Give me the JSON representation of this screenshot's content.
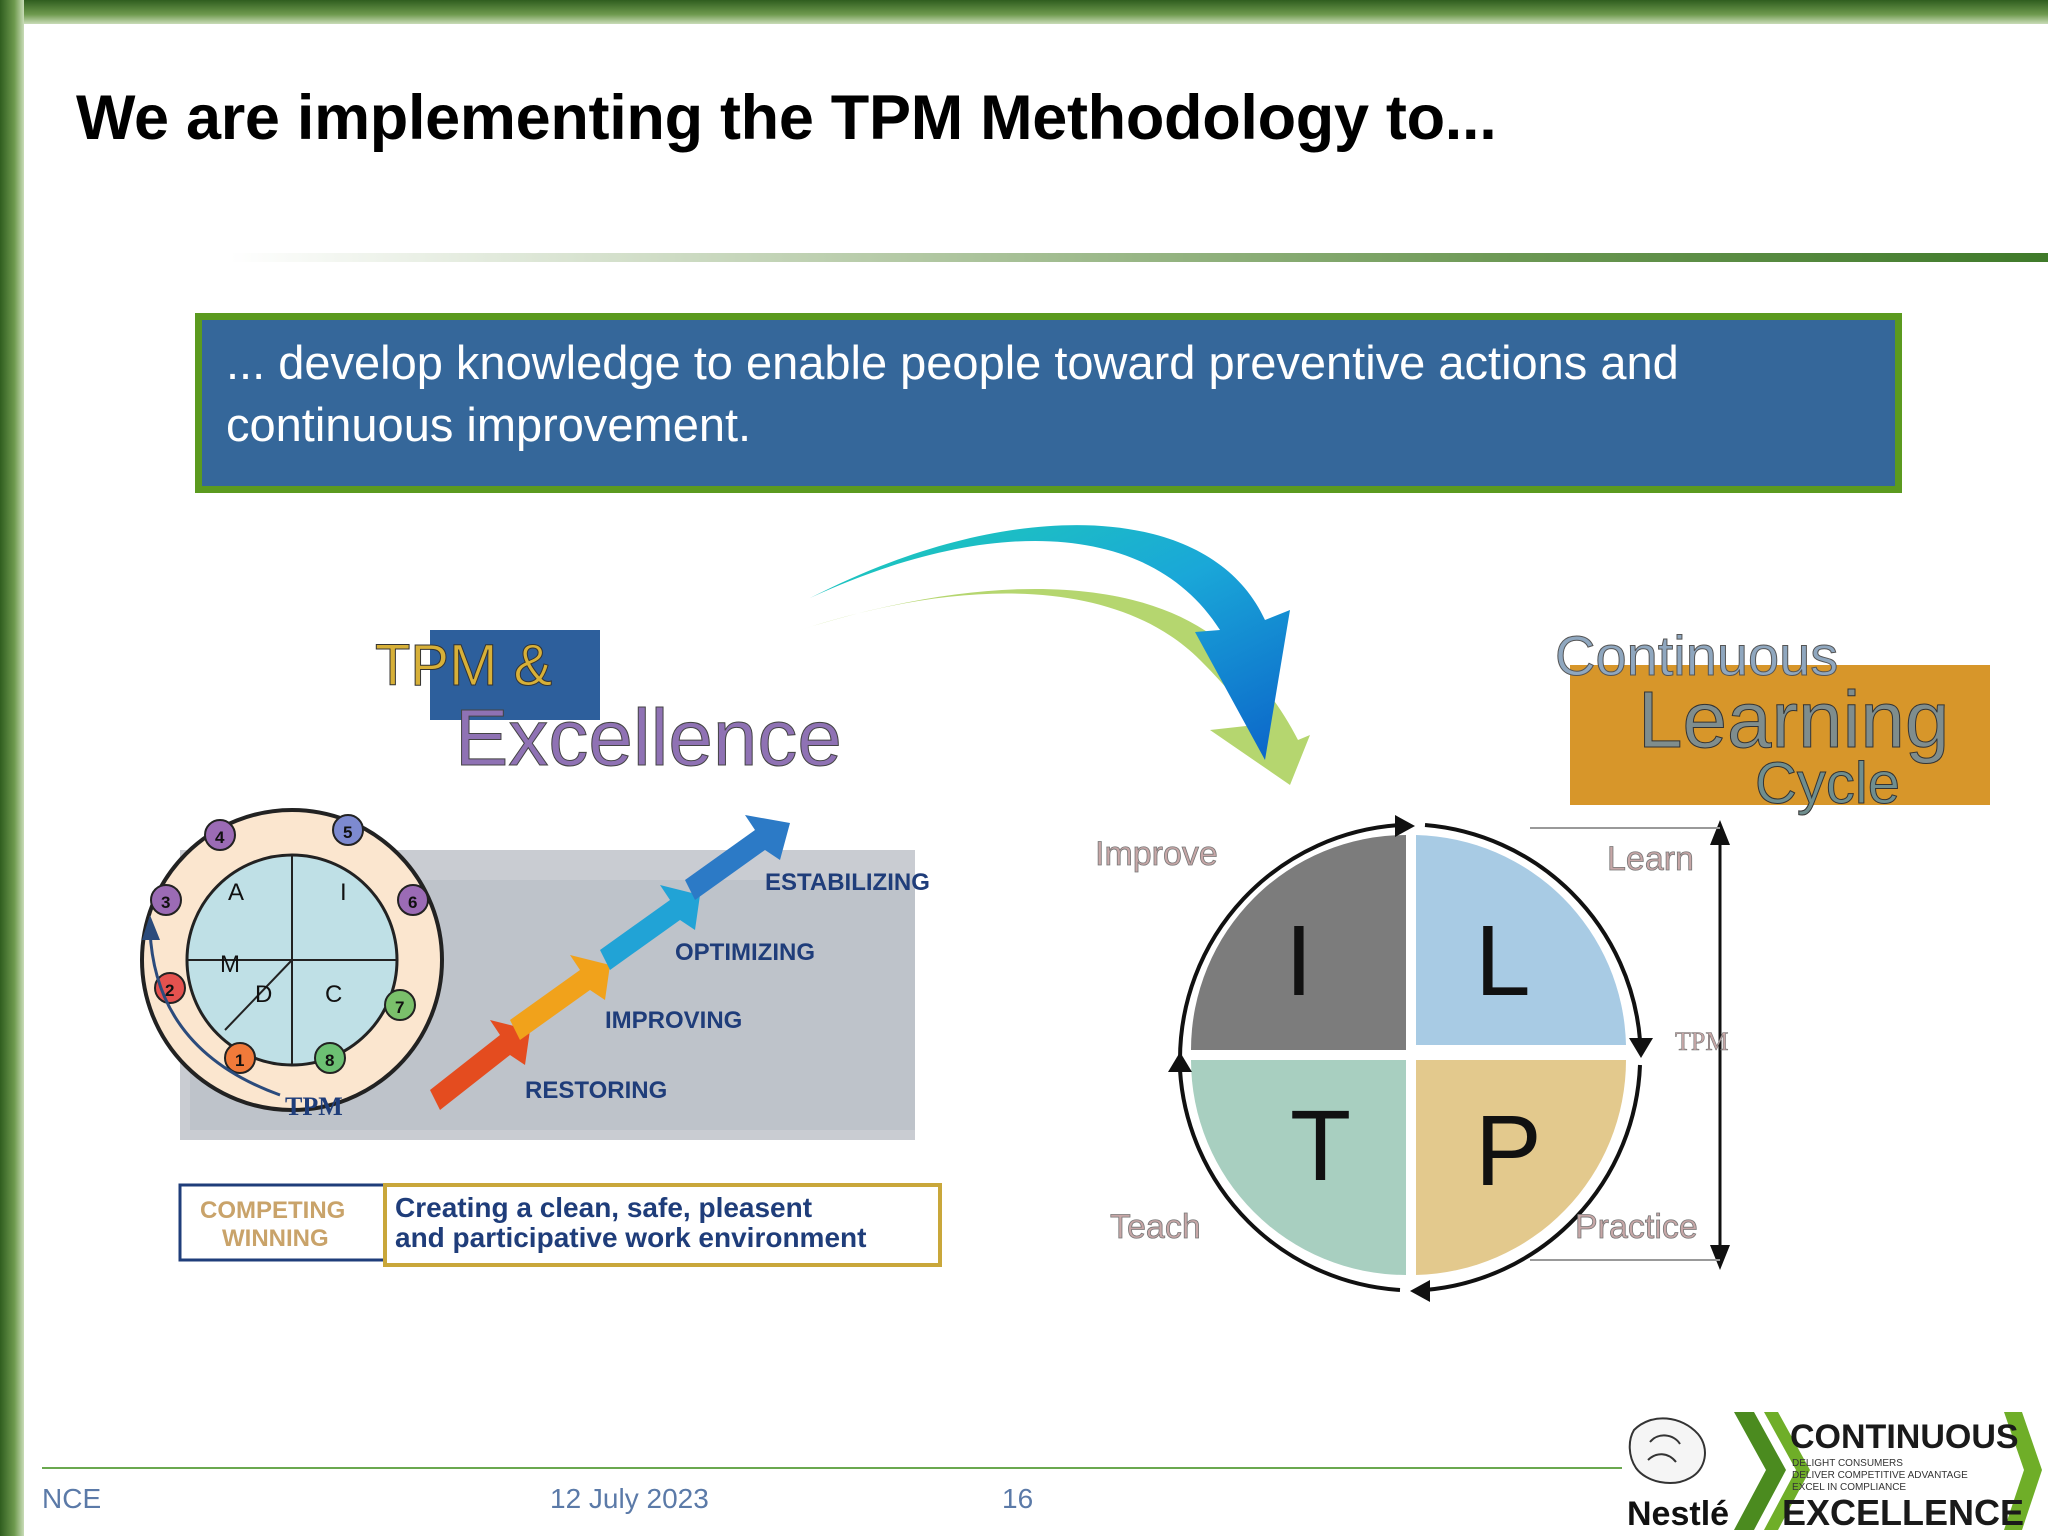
{
  "slide": {
    "title": "We are implementing the TPM Methodology to...",
    "callout": "... develop knowledge to enable people toward preventive actions and continuous improvement."
  },
  "tpm_image": {
    "title_line1": "TPM &",
    "title_line2": "Excellence",
    "wheel_labels": [
      "A",
      "I",
      "M",
      "D",
      "C"
    ],
    "wheel_numbers": [
      "1",
      "2",
      "3",
      "4",
      "5",
      "6",
      "7",
      "8"
    ],
    "wheel_caption": "TPM",
    "steps": [
      "RESTORING",
      "IMPROVING",
      "OPTIMIZING",
      "ESTABILIZING"
    ],
    "box_left_line1": "COMPETING",
    "box_left_line2": "WINNING",
    "box_right_line1": "Creating a clean, safe, pleasent",
    "box_right_line2": "and participative work environment"
  },
  "learning_cycle": {
    "title_line1": "Continuous",
    "title_line2": "Learning",
    "title_line3": "Cycle",
    "quadrants": [
      "I",
      "L",
      "T",
      "P"
    ],
    "labels": [
      "Improve",
      "Learn",
      "Teach",
      "Practice"
    ],
    "axis_label": "TPM"
  },
  "footer": {
    "left": "NCE",
    "date": "12 July 2023",
    "page": "16"
  },
  "brand": {
    "word_top": "CONTINUOUS",
    "sub1": "DELIGHT CONSUMERS",
    "sub2": "DELIVER COMPETITIVE ADVANTAGE",
    "sub3": "EXCEL IN COMPLIANCE",
    "word_bottom": "EXCELLENCE",
    "company": "Nestlé"
  }
}
